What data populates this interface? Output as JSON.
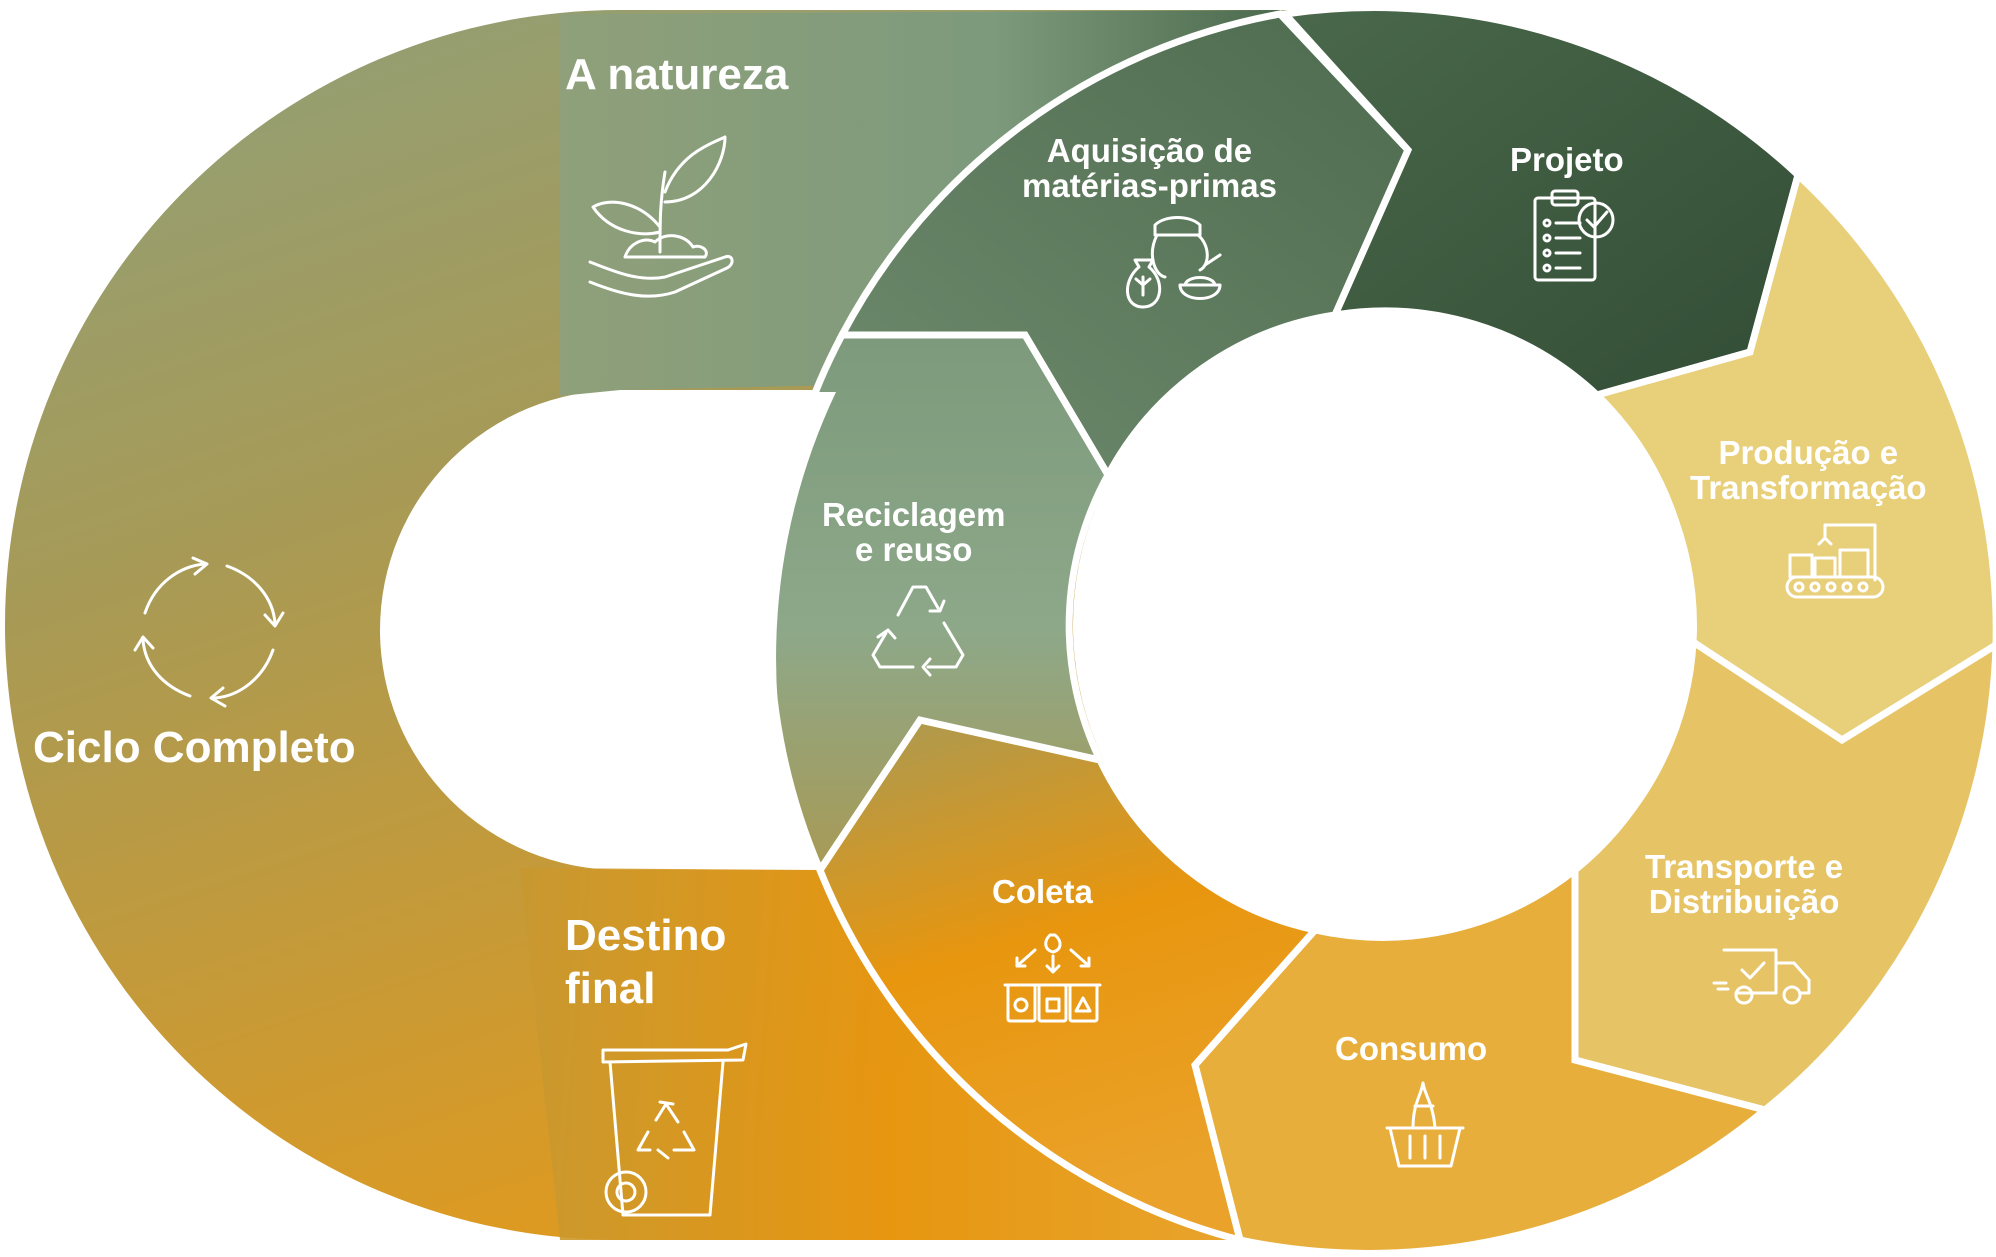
{
  "diagram": {
    "big_labels": {
      "natureza": "A natureza",
      "ciclo": "Ciclo Completo",
      "destino_line1": "Destino",
      "destino_line2": "final"
    },
    "stages": {
      "projeto": "Projeto",
      "aquisicao_line1": "Aquisição de",
      "aquisicao_line2": "matérias-primas",
      "producao_line1": "Produção e",
      "producao_line2": "Transformação",
      "transporte_line1": "Transporte e",
      "transporte_line2": "Distribuição",
      "consumo": "Consumo",
      "coleta": "Coleta",
      "reciclagem_line1": "Reciclagem",
      "reciclagem_line2": "e reuso"
    },
    "icons": [
      "plant-hand-icon",
      "cycle-arrows-icon",
      "trash-bin-recycle-icon",
      "raw-materials-icon",
      "recycle-icon",
      "checklist-icon",
      "conveyor-factory-icon",
      "delivery-truck-icon",
      "shopping-basket-icon",
      "sorting-bins-icon"
    ],
    "colors": {
      "dark_green": "#3a5a3e",
      "mid_green": "#5e7c5d",
      "light_green": "#8da889",
      "olive": "#a89a55",
      "orange": "#e8960e",
      "light_orange": "#e9ab33",
      "yellow": "#e8cf7a",
      "white": "#ffffff"
    }
  }
}
